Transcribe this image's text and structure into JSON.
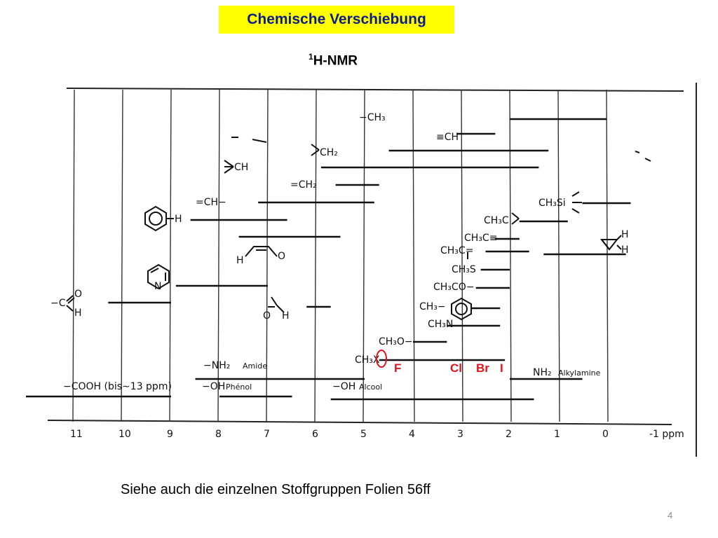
{
  "header": {
    "title": "Chemische Verschiebung",
    "subtitle_sup": "1",
    "subtitle": "H-NMR"
  },
  "chart": {
    "axis_ticks": [
      "11",
      "10",
      "9",
      "8",
      "7",
      "6",
      "5",
      "4",
      "3",
      "2",
      "1",
      "0",
      "-1 ppm"
    ],
    "groups": [
      {
        "label": "−CH₃",
        "from": 2.0,
        "to": 0.0
      },
      {
        "label": "≡CH",
        "from": 3.1,
        "to": 2.3
      },
      {
        "label": "CH₂ (aliphatic)",
        "from": 4.5,
        "to": 1.2
      },
      {
        "label": "CH (aliphatic)",
        "from": 5.9,
        "to": 1.4
      },
      {
        "label": "=CH₂",
        "from": 5.6,
        "to": 4.7
      },
      {
        "label": "=CH−",
        "from": 7.2,
        "to": 4.8
      },
      {
        "label": "Ar−H",
        "from": 8.6,
        "to": 6.6
      },
      {
        "label": "H−C=C−C=O",
        "from": 7.6,
        "to": 5.5
      },
      {
        "label": "Pyridine H",
        "from": 8.9,
        "to": 7.0
      },
      {
        "label": "−CHO",
        "from": 10.3,
        "to": 9.0
      },
      {
        "label": "HCOOH / HCON",
        "from": 6.2,
        "to": 5.7
      },
      {
        "label": "CH₃Si",
        "from": 0.5,
        "to": -0.5
      },
      {
        "label": "CH₃C",
        "from": 1.8,
        "to": 0.8
      },
      {
        "label": "CH₃C≡",
        "from": 2.3,
        "to": 1.8
      },
      {
        "label": "CH₃C=",
        "from": 2.5,
        "to": 1.6
      },
      {
        "label": "CH₃S",
        "from": 2.6,
        "to": 2.0
      },
      {
        "label": "CH₃CO−",
        "from": 2.7,
        "to": 2.0
      },
      {
        "label": "Cyclopropane H",
        "from": 1.3,
        "to": -0.4
      },
      {
        "label": "CH₃−Ar",
        "from": 2.8,
        "to": 2.2
      },
      {
        "label": "CH₃N",
        "from": 3.3,
        "to": 2.2
      },
      {
        "label": "CH₃O−",
        "from": 4.0,
        "to": 3.3
      },
      {
        "label": "CH₃X",
        "from": 4.7,
        "to": 2.1
      },
      {
        "label": "−NH₂ Amide",
        "from": 8.5,
        "to": 5.0
      },
      {
        "label": "NH₂ Alkylamine",
        "from": 2.0,
        "to": 0.5
      },
      {
        "label": "−COOH (bis ~13 ppm)",
        "from": 12.0,
        "to": 9.0
      },
      {
        "label": "−OH Phénol",
        "from": 8.0,
        "to": 6.5
      },
      {
        "label": "−OH Alcool",
        "from": 5.7,
        "to": 1.5
      }
    ]
  },
  "labels": {
    "ch3": "−CH₃",
    "alkyne_ch": "≡CH",
    "ch2": "CH₂",
    "ch": "CH",
    "eq_ch2": "=CH₂",
    "eq_ch": "=CH−",
    "aryl_h": "H",
    "enone_h": "H",
    "enone_o": "O",
    "pyridine_n": "N",
    "ald_o": "O",
    "ald_h": "H",
    "ald_c": "−C",
    "formyl_o": "O",
    "formyl_h": "H",
    "ch3si": "CH₃Si",
    "ch3c": "CH₃C",
    "ch3c_triple": "CH₃C≡",
    "ch3c_double": "CH₃C=",
    "ch3s": "CH₃S",
    "ch3co": "CH₃CO−",
    "ch3_ar": "CH₃−",
    "ch3n": "CH₃N",
    "ch3o": "CH₃O−",
    "ch3x": "CH₃X",
    "cyclo_h1": "H",
    "cyclo_h2": "H",
    "nh2_amide_pre": "−NH₂",
    "nh2_amide": "Amide",
    "nh2_alkyl_pre": "NH₂",
    "nh2_alkyl": "Alkylamine",
    "cooh": "−COOH (bis∼13 ppm)",
    "oh_phenol_pre": "−OH",
    "oh_phenol": "Phénol",
    "oh_alcool_pre": "−OH",
    "oh_alcool": "Alcool"
  },
  "halogens": [
    "F",
    "Cl",
    "Br",
    "I"
  ],
  "colors": {
    "title_bg": "#ffff00",
    "title_text": "#0b1c8f",
    "halogen": "#e0141e"
  },
  "caption": "Siehe auch die einzelnen Stoffgruppen Folien 56ff",
  "page_number": "4"
}
